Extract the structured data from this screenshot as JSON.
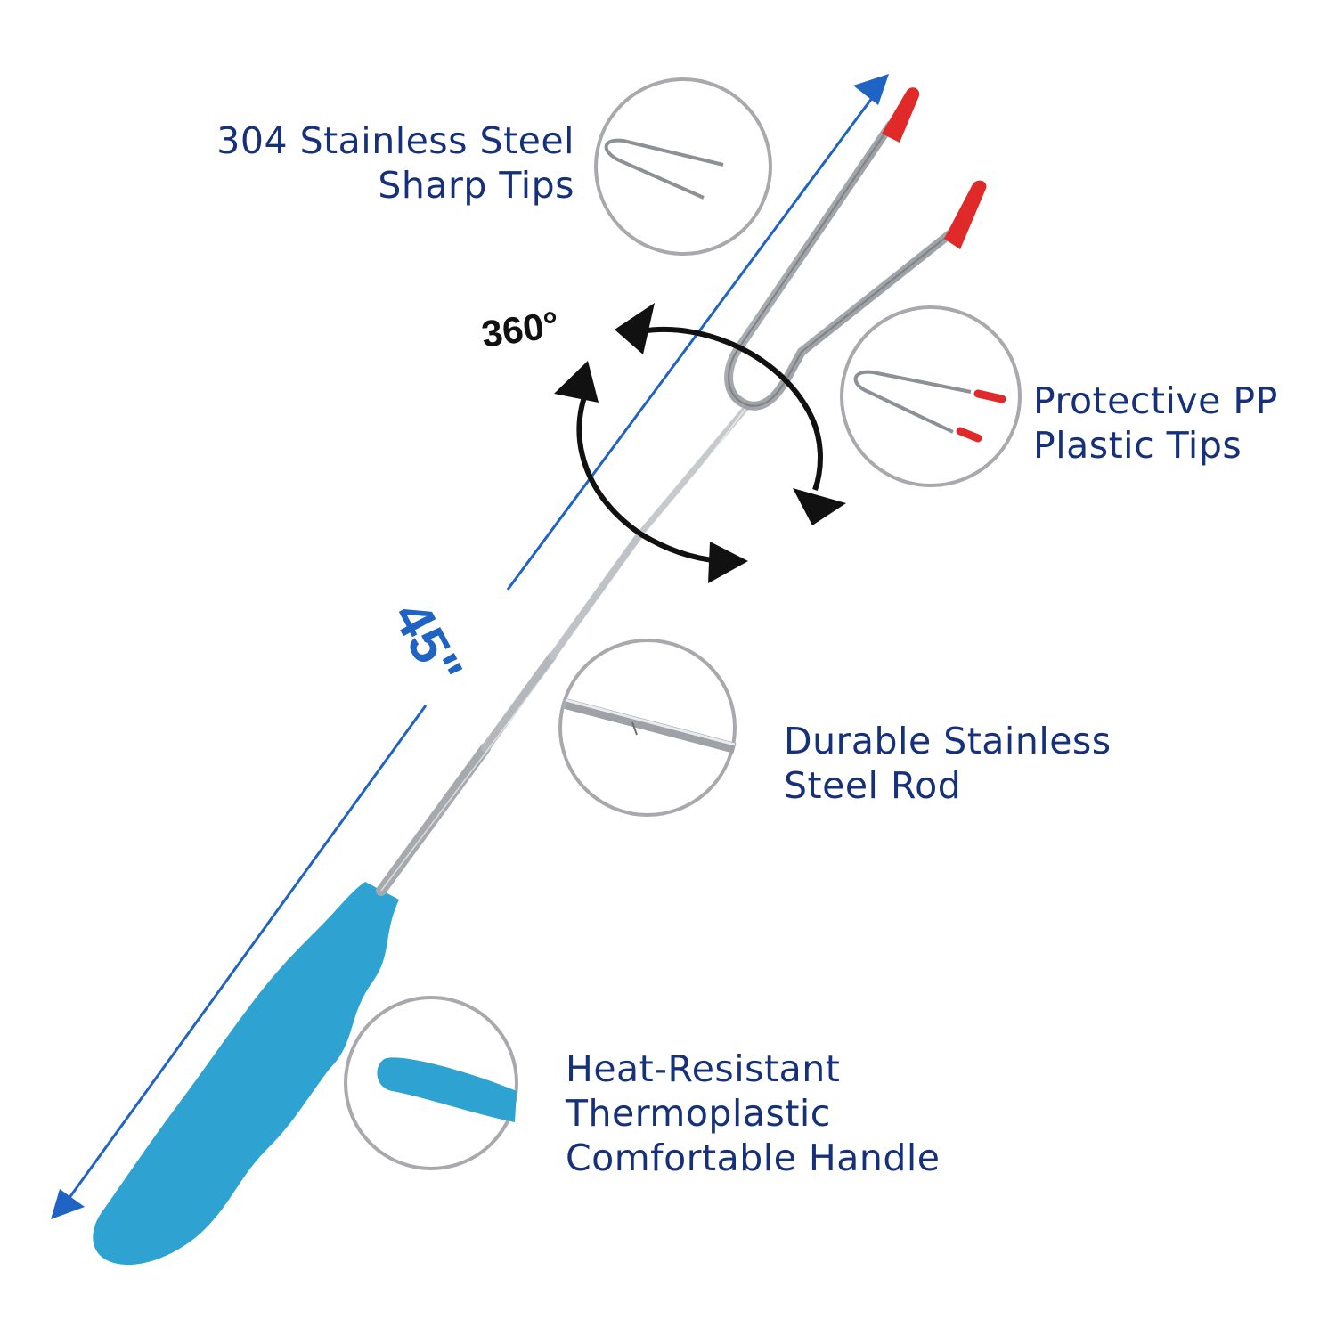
{
  "colors": {
    "label_text": "#16307a",
    "dimension_line": "#1f63c4",
    "handle": "#2ea3d2",
    "tip": "#e02a2a",
    "steel": "#b9bcc0",
    "circle_ring": "#a7a9ac",
    "rotation_arrow": "#111111"
  },
  "dimension": {
    "length_label": "45\""
  },
  "rotation": {
    "label": "360°"
  },
  "callouts": {
    "sharp_tips": {
      "line1": "304 Stainless Steel",
      "line2": "Sharp Tips",
      "icon": "fork-tips-zoom-icon"
    },
    "plastic_tips": {
      "line1": "Protective PP",
      "line2": "Plastic Tips",
      "icon": "red-caps-zoom-icon"
    },
    "steel_rod": {
      "line1": "Durable Stainless",
      "line2": "Steel Rod",
      "icon": "rod-zoom-icon"
    },
    "handle": {
      "line1": "Heat-Resistant",
      "line2": "Thermoplastic",
      "line3": "Comfortable Handle",
      "icon": "handle-zoom-icon"
    }
  }
}
